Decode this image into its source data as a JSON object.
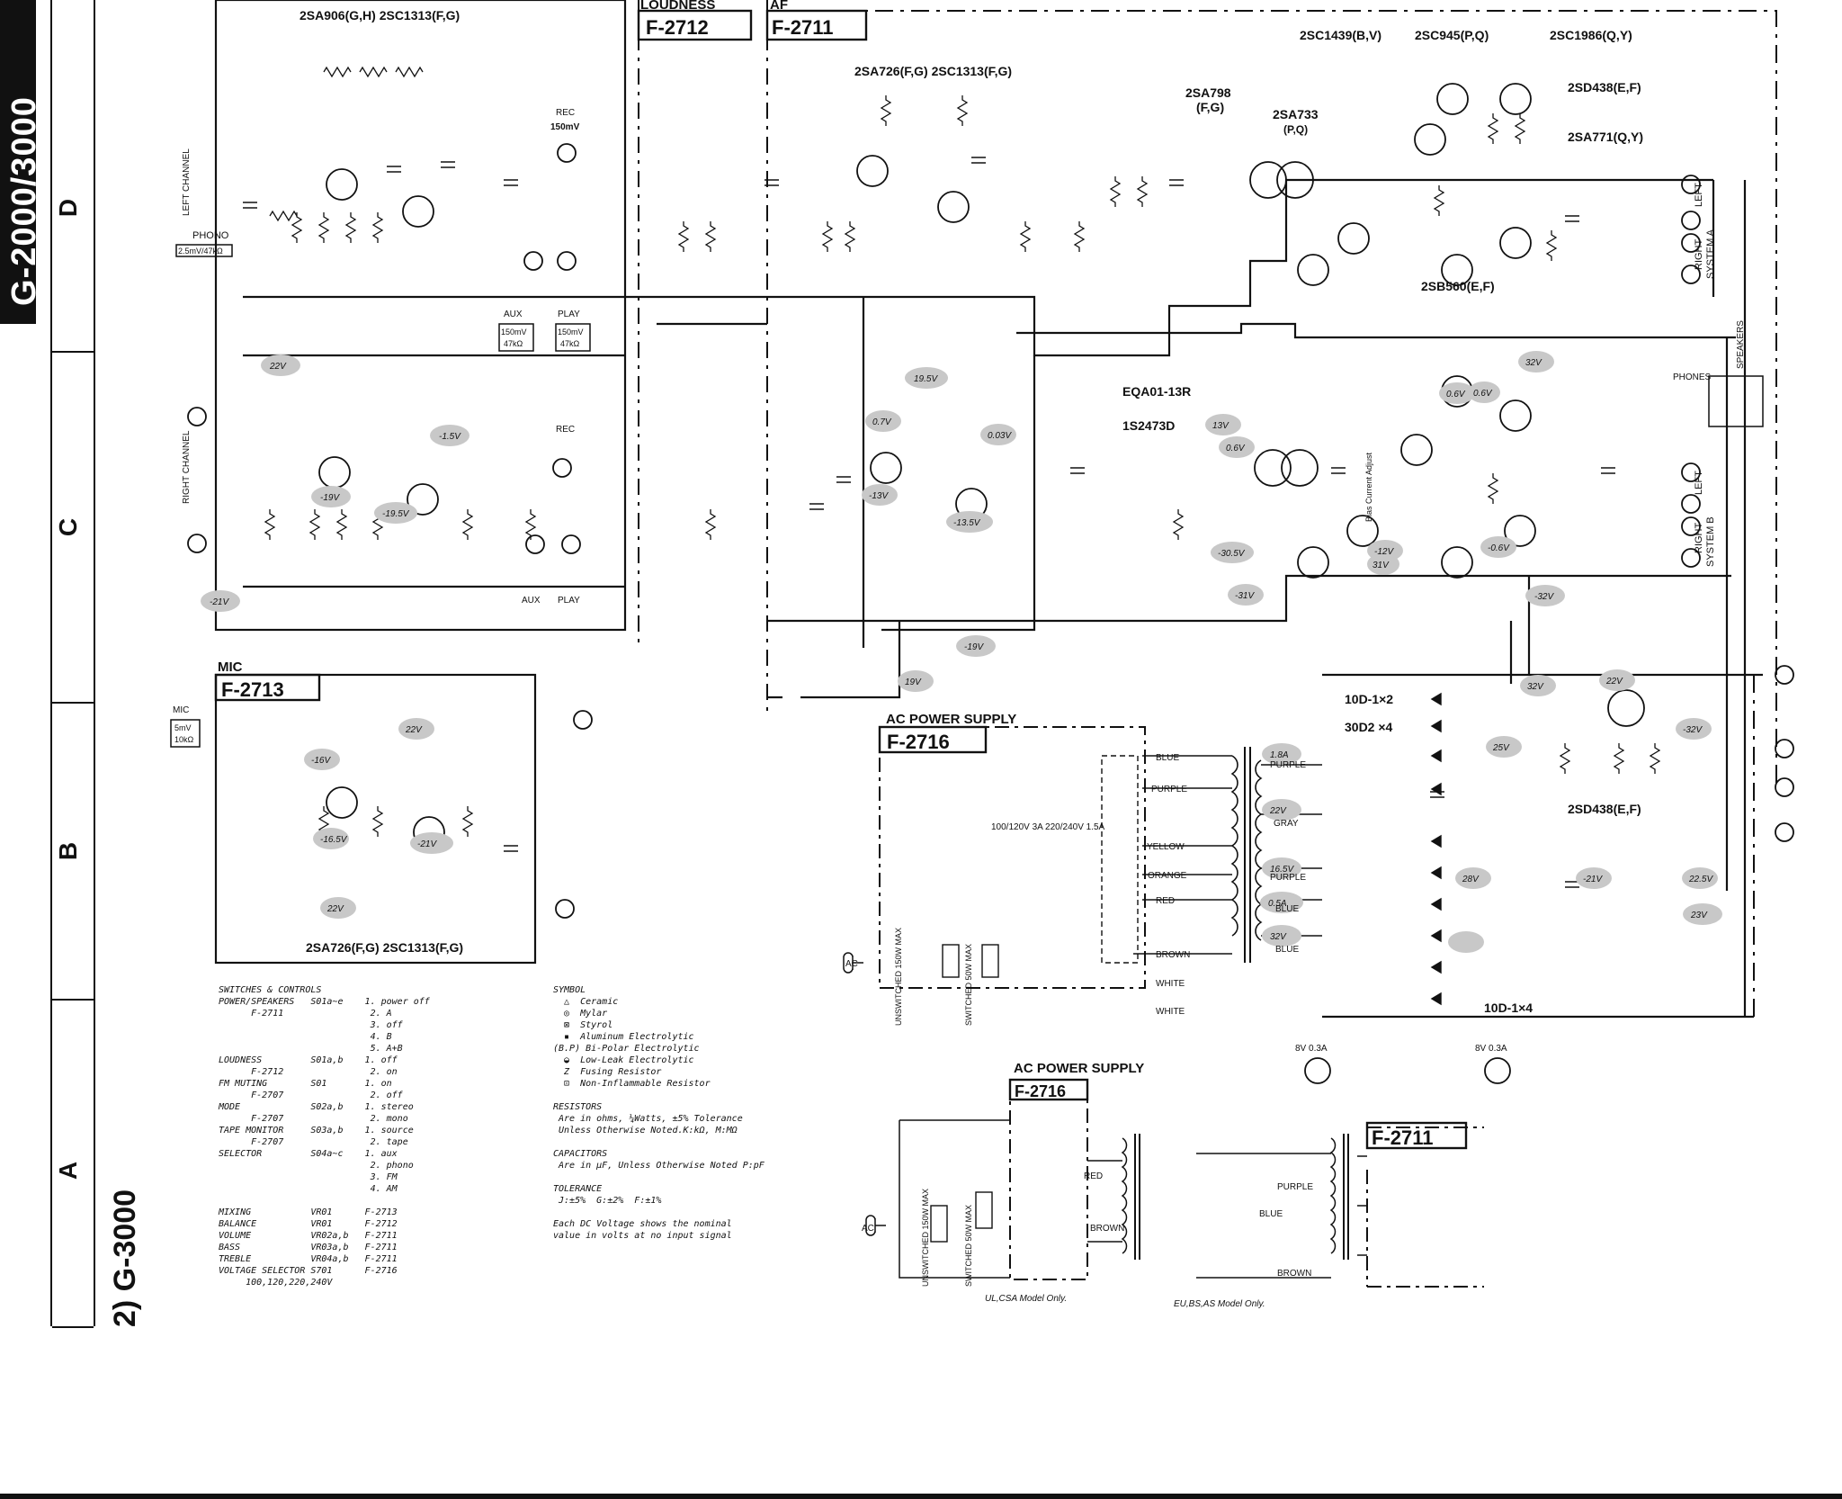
{
  "header": {
    "model_bar": "G-2000/3000",
    "model_label": "2) G-3000",
    "grid_rows": [
      "D",
      "C",
      "B",
      "A"
    ]
  },
  "boards": {
    "loudness": {
      "name": "LOUDNESS",
      "code": "F-2712"
    },
    "af": {
      "name": "AF",
      "code": "F-2711"
    },
    "mic": {
      "name": "MIC",
      "code": "F-2713"
    },
    "ac1": {
      "name": "AC POWER SUPPLY",
      "code": "F-2716"
    },
    "ac2": {
      "name": "AC POWER SUPPLY",
      "code": "F-2716"
    },
    "f2711b": {
      "code": "F-2711"
    }
  },
  "transistors": {
    "phono_top": "2SA906(G,H) 2SC1313(F,G)",
    "af_top": "2SA726(F,G) 2SC1313(F,G)",
    "ic01": "2SA798",
    "ic01_rank": "(F,G)",
    "tr05": "2SA733",
    "tr05_rank": "(P,Q)",
    "tr07": "2SC1439(B,V)",
    "tr09": "2SC945(P,Q)",
    "tr15": "2SC1986(Q,Y)",
    "tr11": "2SD438(E,F)",
    "tr17": "2SA771(Q,Y)",
    "tr13": "2SB560(E,F)",
    "zener": "EQA01-13R",
    "diode": "1S2473D",
    "mic_tr": "2SA726(F,G) 2SC1313(F,G)",
    "tr19": "2SD438(E,F)",
    "d01": "10D-1×2",
    "d03": "30D2 ×4",
    "d07": "10D-1×4"
  },
  "labels": {
    "phono": "PHONO",
    "phono_spec": "2.5mV/47kΩ",
    "left_channel": "LEFT CHANNEL",
    "right_channel": "RIGHT CHANNEL",
    "rec": "REC",
    "rec_spec": "150mV",
    "aux": "AUX",
    "aux_spec1": "150mV",
    "aux_spec2": "47kΩ",
    "play": "PLAY",
    "play_spec1": "150mV",
    "play_spec2": "47kΩ",
    "mic_spec1": "5mV",
    "mic_spec2": "10kΩ",
    "mic": "MIC",
    "phones": "PHONES",
    "speakers": "SPEAKERS",
    "system_a": "SYSTEM A",
    "system_b": "SYSTEM B",
    "left": "LEFT",
    "right": "RIGHT",
    "blue": "BLUE",
    "purple": "PURPLE",
    "yellow": "YELLOW",
    "orange": "ORANGE",
    "red": "RED",
    "brown": "BROWN",
    "white": "WHITE",
    "gray": "GRAY",
    "ac": "AC",
    "fuse": "100/120V 3A 220/240V 1.5A",
    "unswitched": "UNSWITCHED 150W MAX",
    "switched": "SWITCHED 50W MAX",
    "lamp": "8V 0.3A",
    "ul_note": "UL,CSA Model Only.",
    "eu_note": "EU,BS,AS Model Only.",
    "bias": "Bias Current Adjust"
  },
  "voltages": [
    "22V",
    "-1.5V",
    "-19V",
    "-19.5V",
    "-21V",
    "19.5V",
    "0.7V",
    "0.03V",
    "-13V",
    "-13.5V",
    "-19V",
    "19V",
    "13V",
    "0.6V",
    "-30.5V",
    "-31V",
    "-12V",
    "31V",
    "0.6V",
    "32V",
    "-32V",
    "-0.6V",
    "0.6V",
    "-16V",
    "-16.5V",
    "-21V",
    "22V",
    "22V",
    "1.8A",
    "22V",
    "16.5V",
    "0.5A",
    "32V",
    "32V",
    "25V",
    "22V",
    "-32V",
    "28V",
    "-21V",
    "22.5V",
    "23V"
  ],
  "notes": {
    "switches": "SWITCHES & CONTROLS\nPOWER/SPEAKERS   S01a~e    1. power off\n      F-2711                2. A\n                            3. off\n                            4. B\n                            5. A+B\nLOUDNESS         S01a,b    1. off\n      F-2712                2. on\nFM MUTING        S01       1. on\n      F-2707                2. off\nMODE             S02a,b    1. stereo\n      F-2707                2. mono\nTAPE MONITOR     S03a,b    1. source\n      F-2707                2. tape\nSELECTOR         S04a~c    1. aux\n                            2. phono\n                            3. FM\n                            4. AM\n\nMIXING           VR01      F-2713\nBALANCE          VR01      F-2712\nVOLUME           VR02a,b   F-2711\nBASS             VR03a,b   F-2711\nTREBLE           VR04a,b   F-2711\nVOLTAGE SELECTOR S701      F-2716\n     100,120,220,240V",
    "symbols": "SYMBOL\n  △  Ceramic\n  ◎  Mylar\n  ⊠  Styrol\n  ▪  Aluminum Electrolytic\n(B.P) Bi-Polar Electrolytic\n  ◒  Low-Leak Electrolytic\n  Z  Fusing Resistor\n  ⊡  Non-Inflammable Resistor\n\nRESISTORS\n Are in ohms, ¼Watts, ±5% Tolerance\n Unless Otherwise Noted.K:kΩ, M:MΩ\n\nCAPACITORS\n Are in µF, Unless Otherwise Noted P:pF\n\nTOLERANCE\n J:±5%  G:±2%  F:±1%\n\nEach DC Voltage shows the nominal\nvalue in volts at no input signal"
  },
  "colors": {
    "ink": "#111111",
    "highlight": "#c8c8c8"
  }
}
